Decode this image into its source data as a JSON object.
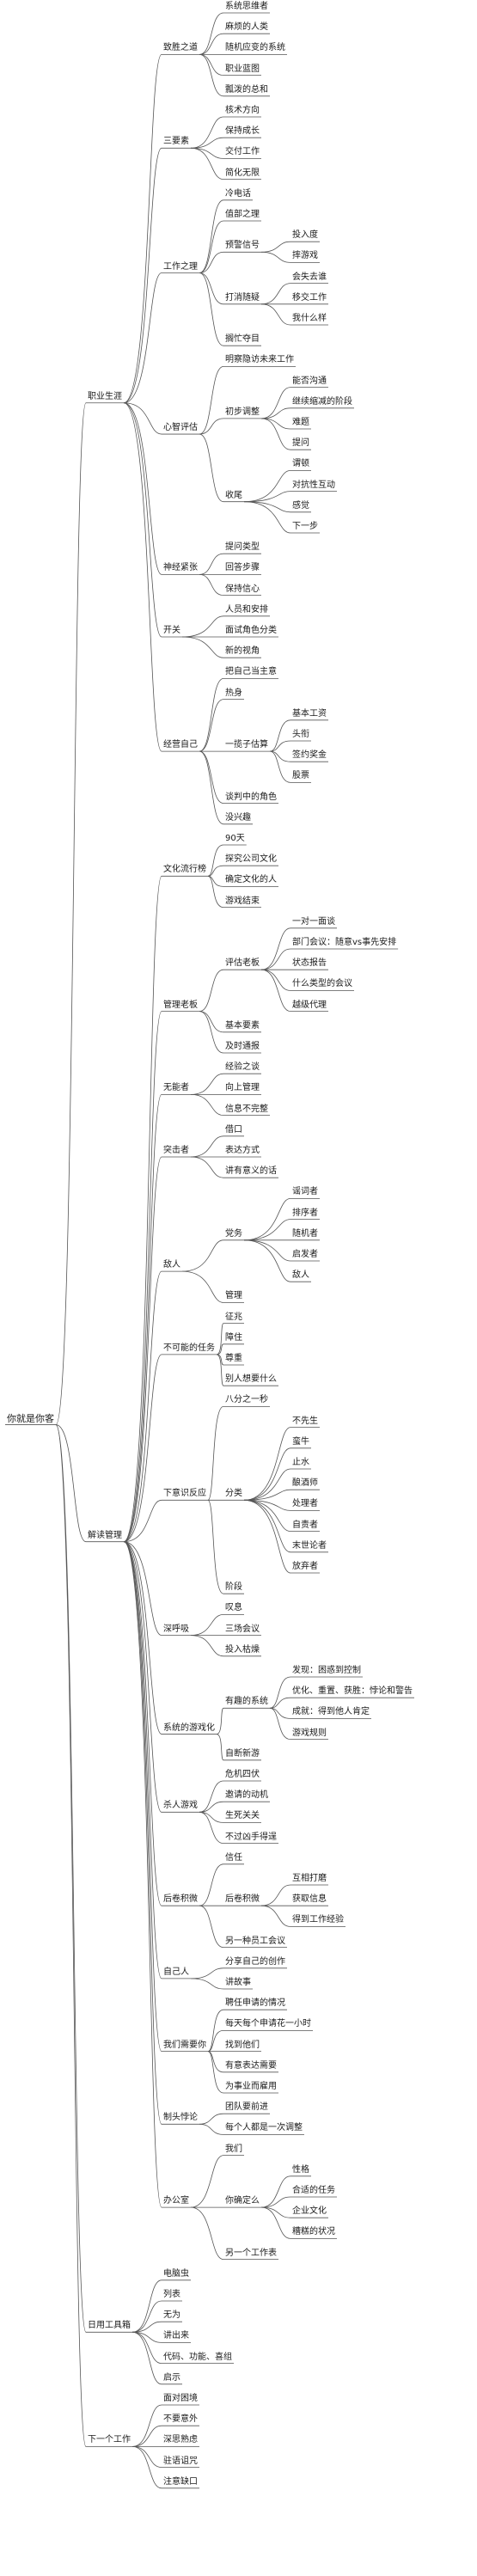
{
  "mindmap": {
    "root": {
      "label": "你就是你客",
      "children": [
        {
          "label": "职业生涯",
          "children": [
            {
              "label": "致胜之道",
              "children": [
                {
                  "label": "系统思维者"
                },
                {
                  "label": "麻烦的人类"
                },
                {
                  "label": "随机应变的系统"
                },
                {
                  "label": "职业蓝图"
                },
                {
                  "label": "瓢泼的总和"
                }
              ]
            },
            {
              "label": "三要素",
              "children": [
                {
                  "label": "核术方向"
                },
                {
                  "label": "保持成长"
                },
                {
                  "label": "交付工作"
                },
                {
                  "label": "简化无限"
                }
              ]
            },
            {
              "label": "工作之理",
              "children": [
                {
                  "label": "冷电话"
                },
                {
                  "label": "值部之理"
                },
                {
                  "label": "预警信号",
                  "children": [
                    {
                      "label": "投入度"
                    },
                    {
                      "label": "摔游戏"
                    }
                  ]
                },
                {
                  "label": "打消随疑",
                  "children": [
                    {
                      "label": "会失去谁"
                    },
                    {
                      "label": "移交工作"
                    },
                    {
                      "label": "我什么样"
                    }
                  ]
                },
                {
                  "label": "搁忙夺目"
                }
              ]
            },
            {
              "label": "心智评估",
              "children": [
                {
                  "label": "明察隐访未来工作"
                },
                {
                  "label": "初步调整",
                  "children": [
                    {
                      "label": "能否沟通"
                    },
                    {
                      "label": "继续缩减的阶段"
                    },
                    {
                      "label": "难题"
                    },
                    {
                      "label": "提问"
                    }
                  ]
                },
                {
                  "label": "收尾",
                  "children": [
                    {
                      "label": "谓顿"
                    },
                    {
                      "label": "对抗性互动"
                    },
                    {
                      "label": "感觉"
                    },
                    {
                      "label": "下一步"
                    }
                  ]
                }
              ]
            },
            {
              "label": "神经紧张",
              "children": [
                {
                  "label": "提问类型"
                },
                {
                  "label": "回答步骤"
                },
                {
                  "label": "保持信心"
                }
              ]
            },
            {
              "label": "开关",
              "children": [
                {
                  "label": "人员和安排"
                },
                {
                  "label": "面试角色分类"
                },
                {
                  "label": "新的视角"
                }
              ]
            },
            {
              "label": "经营自己",
              "children": [
                {
                  "label": "把自己当主意"
                },
                {
                  "label": "热身"
                },
                {
                  "label": "一揽子估算",
                  "children": [
                    {
                      "label": "基本工资"
                    },
                    {
                      "label": "头衔"
                    },
                    {
                      "label": "签约奖金"
                    },
                    {
                      "label": "股票"
                    }
                  ]
                },
                {
                  "label": "谈判中的角色"
                },
                {
                  "label": "没兴趣"
                }
              ]
            }
          ]
        },
        {
          "label": "解读管理",
          "children": [
            {
              "label": "文化流行榜",
              "children": [
                {
                  "label": "90天"
                },
                {
                  "label": "探究公司文化"
                },
                {
                  "label": "确定文化的人"
                },
                {
                  "label": "游戏结束"
                }
              ]
            },
            {
              "label": "管理老板",
              "children": [
                {
                  "label": "评估老板",
                  "children": [
                    {
                      "label": "一对一面谈"
                    },
                    {
                      "label": "部门会议：随意vs事先安排"
                    },
                    {
                      "label": "状态报告"
                    },
                    {
                      "label": "什么类型的会议"
                    },
                    {
                      "label": "越级代理"
                    }
                  ]
                },
                {
                  "label": "基本要素"
                },
                {
                  "label": "及时通报"
                }
              ]
            },
            {
              "label": "无能者",
              "children": [
                {
                  "label": "经验之谈"
                },
                {
                  "label": "向上管理"
                },
                {
                  "label": "信息不完整"
                }
              ]
            },
            {
              "label": "突击者",
              "children": [
                {
                  "label": "借口"
                },
                {
                  "label": "表达方式"
                },
                {
                  "label": "讲有意义的话"
                }
              ]
            },
            {
              "label": "敌人",
              "children": [
                {
                  "label": "党务",
                  "children": [
                    {
                      "label": "谣词者"
                    },
                    {
                      "label": "排序者"
                    },
                    {
                      "label": "随机者"
                    },
                    {
                      "label": "启发者"
                    },
                    {
                      "label": "敌人"
                    }
                  ]
                },
                {
                  "label": "管理"
                }
              ]
            },
            {
              "label": "不可能的任务",
              "children": [
                {
                  "label": "征兆"
                },
                {
                  "label": "障住"
                },
                {
                  "label": "尊重"
                },
                {
                  "label": "别人想要什么"
                }
              ]
            },
            {
              "label": "下意识反应",
              "children": [
                {
                  "label": "八分之一秒"
                },
                {
                  "label": "分类",
                  "children": [
                    {
                      "label": "不先生"
                    },
                    {
                      "label": "蛮牛"
                    },
                    {
                      "label": "止水"
                    },
                    {
                      "label": "酿酒师"
                    },
                    {
                      "label": "处理者"
                    },
                    {
                      "label": "自责者"
                    },
                    {
                      "label": "末世论者"
                    },
                    {
                      "label": "放弃者"
                    }
                  ]
                },
                {
                  "label": "阶段"
                }
              ]
            },
            {
              "label": "深呼吸",
              "children": [
                {
                  "label": "叹息"
                },
                {
                  "label": "三场会议"
                },
                {
                  "label": "投入枯燥"
                }
              ]
            },
            {
              "label": "系统的游戏化",
              "children": [
                {
                  "label": "有趣的系统",
                  "children": [
                    {
                      "label": "发现：困惑到控制"
                    },
                    {
                      "label": "优化、重置、获胜：悖论和警告"
                    },
                    {
                      "label": "成就：得到他人肯定"
                    },
                    {
                      "label": "游戏规则"
                    }
                  ]
                },
                {
                  "label": "自断新游"
                }
              ]
            },
            {
              "label": "杀人游戏",
              "children": [
                {
                  "label": "危机四伏"
                },
                {
                  "label": "邀请的动机"
                },
                {
                  "label": "生死关关"
                },
                {
                  "label": "不过凶手得逞"
                }
              ]
            },
            {
              "label": "后卷积微",
              "children": [
                {
                  "label": "信任"
                },
                {
                  "label": "后卷积微",
                  "children": [
                    {
                      "label": "互相打磨"
                    },
                    {
                      "label": "获取信息"
                    },
                    {
                      "label": "得到工作经验"
                    }
                  ]
                },
                {
                  "label": "另一种员工会议"
                }
              ]
            },
            {
              "label": "自己人",
              "children": [
                {
                  "label": "分享自己的创作"
                },
                {
                  "label": "讲故事"
                }
              ]
            },
            {
              "label": "我们需要你",
              "children": [
                {
                  "label": "聘任申请的情况"
                },
                {
                  "label": "每天每个申请花一小时"
                },
                {
                  "label": "找到他们"
                },
                {
                  "label": "有意表达需要"
                },
                {
                  "label": "为事业而雇用"
                }
              ]
            },
            {
              "label": "制头悖论",
              "children": [
                {
                  "label": "团队要前进"
                },
                {
                  "label": "每个人都是一次调整"
                }
              ]
            },
            {
              "label": "办公室",
              "children": [
                {
                  "label": "我们"
                },
                {
                  "label": "你确定么",
                  "children": [
                    {
                      "label": "性格"
                    },
                    {
                      "label": "合适的任务"
                    },
                    {
                      "label": "企业文化"
                    },
                    {
                      "label": "糟糕的状况"
                    }
                  ]
                },
                {
                  "label": "另一个工作表"
                }
              ]
            }
          ]
        },
        {
          "label": "日用工具箱",
          "children": [
            {
              "label": "电脑虫"
            },
            {
              "label": "列表"
            },
            {
              "label": "无为"
            },
            {
              "label": "讲出来"
            },
            {
              "label": "代码、功能、喜组"
            },
            {
              "label": "启示"
            }
          ]
        },
        {
          "label": "下一个工作",
          "children": [
            {
              "label": "面对困境"
            },
            {
              "label": "不要意外"
            },
            {
              "label": "深思熟虑"
            },
            {
              "label": "驻语诅咒"
            },
            {
              "label": "注意缺口"
            }
          ]
        }
      ]
    }
  },
  "colors": {
    "line": "#555555",
    "text": "#1a1a1a",
    "background": "#ffffff"
  }
}
